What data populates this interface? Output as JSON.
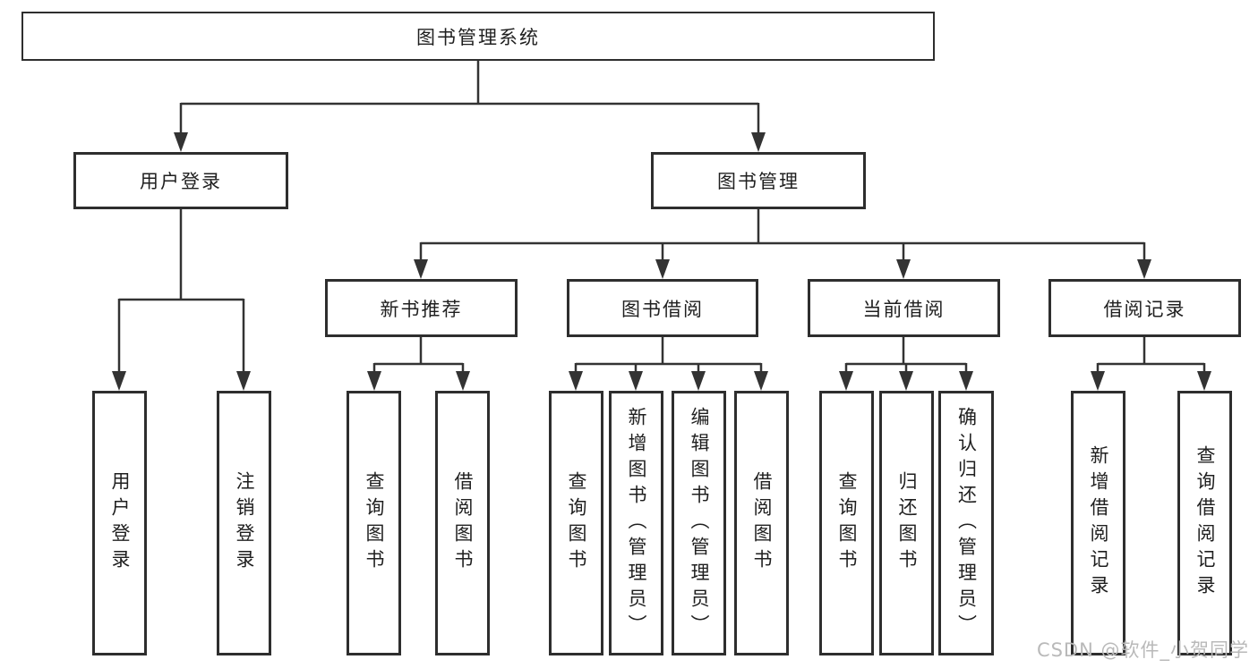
{
  "diagram": {
    "title_hint": "library-management-system functional structure diagram",
    "root": "图书管理系统",
    "level2": {
      "user_login": "用户登录",
      "book_mgmt": "图书管理"
    },
    "level3": {
      "new_books": "新书推荐",
      "book_borrow": "图书借阅",
      "current_borrow": "当前借阅",
      "borrow_records": "借阅记录"
    },
    "leaves": {
      "user_login": [
        "用户登录",
        "注销登录"
      ],
      "new_books": [
        "查询图书",
        "借阅图书"
      ],
      "book_borrow": [
        "查询图书",
        "新增图书（管理员）",
        "编辑图书（管理员）",
        "借阅图书"
      ],
      "current_borrow": [
        "查询图书",
        "归还图书",
        "确认归还（管理员）"
      ],
      "borrow_records": [
        "新增借阅记录",
        "查询借阅记录"
      ]
    }
  },
  "watermark": {
    "text": "CSDN @软件_小贺同学"
  },
  "colors": {
    "line": "#333333",
    "box_border": "#2e2e2e",
    "box_fill": "#ffffff",
    "text": "#1f1f1f",
    "watermark": "#b9b9b9"
  }
}
